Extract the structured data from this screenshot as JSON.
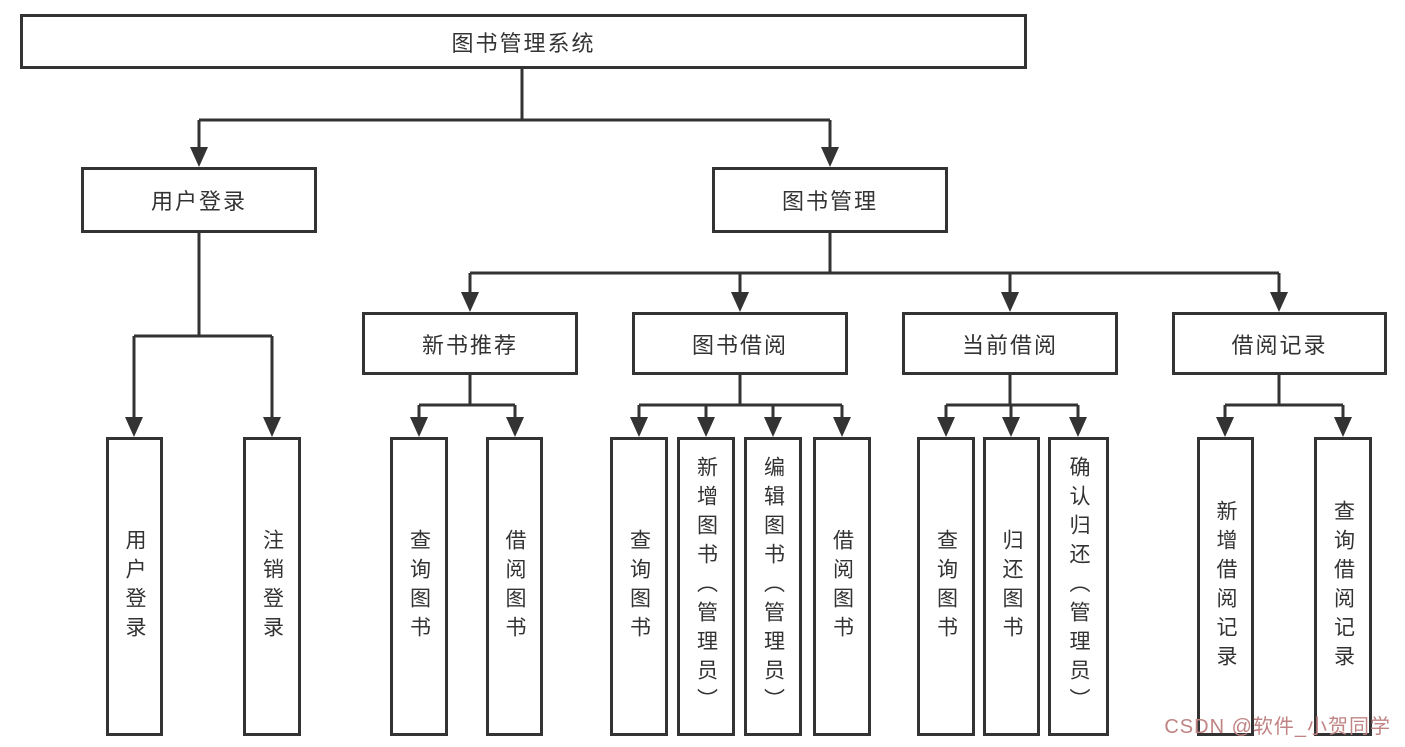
{
  "diagram_title": "图书管理系统",
  "tree": {
    "label": "图书管理系统",
    "children": [
      {
        "label": "用户登录",
        "children": [
          {
            "label": "用户登录"
          },
          {
            "label": "注销登录"
          }
        ]
      },
      {
        "label": "图书管理",
        "children": [
          {
            "label": "新书推荐",
            "children": [
              {
                "label": "查询图书"
              },
              {
                "label": "借阅图书"
              }
            ]
          },
          {
            "label": "图书借阅",
            "children": [
              {
                "label": "查询图书"
              },
              {
                "label": "新增图书（管理员）"
              },
              {
                "label": "编辑图书（管理员）"
              },
              {
                "label": "借阅图书"
              }
            ]
          },
          {
            "label": "当前借阅",
            "children": [
              {
                "label": "查询图书"
              },
              {
                "label": "归还图书"
              },
              {
                "label": "确认归还（管理员）"
              }
            ]
          },
          {
            "label": "借阅记录",
            "children": [
              {
                "label": "新增借阅记录"
              },
              {
                "label": "查询借阅记录"
              }
            ]
          }
        ]
      }
    ]
  },
  "watermark": "CSDN @软件_小贺同学",
  "colors": {
    "line": "#333333",
    "box_border": "#333333",
    "box_fill": "#ffffff",
    "text": "#333333",
    "watermark": "#c08484",
    "background": "#ffffff"
  }
}
